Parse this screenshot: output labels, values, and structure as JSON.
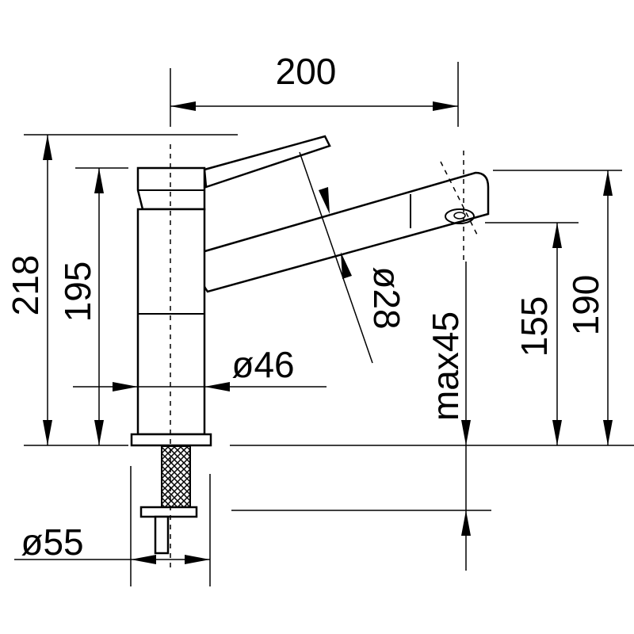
{
  "dimensions": {
    "spout_reach": "200",
    "total_height": "218",
    "lever_height": "195",
    "outlet_height": "190",
    "aerator_height": "155",
    "max_thickness": "max45",
    "body_diameter": "ø46",
    "spout_diameter": "ø28",
    "base_diameter": "ø55"
  },
  "colors": {
    "line": "#000000",
    "background": "#ffffff"
  }
}
